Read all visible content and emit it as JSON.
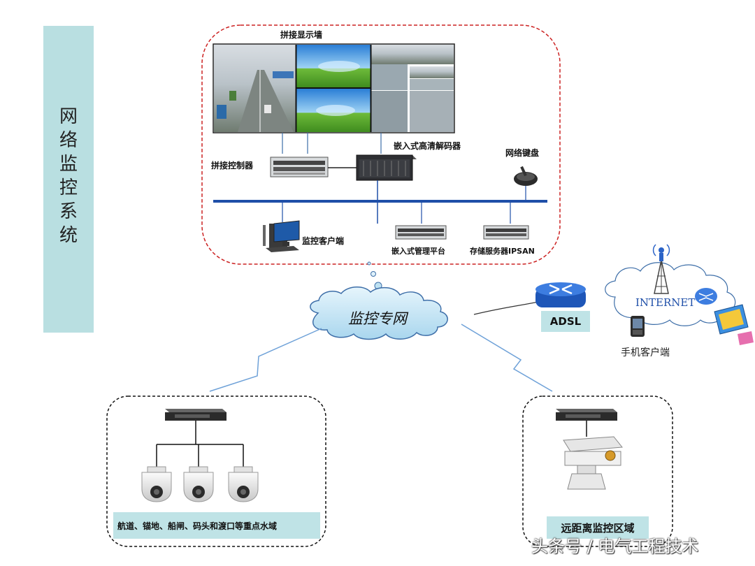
{
  "side_title": "网\n络\n监\n控\n系\n统",
  "labels": {
    "video_wall": "拼接显示墙",
    "controller": "拼接控制器",
    "decoder": "嵌入式高清解码器",
    "keyboard": "网络键盘",
    "client": "监控客户端",
    "mgmt_platform": "嵌入式管理平台",
    "storage": "存储服务器IPSAN",
    "network": "监控专网",
    "adsl": "ADSL",
    "internet": "INTERNET",
    "mobile_client": "手机客户端",
    "region_left": "航道、锚地、船闸、码头和渡口等重点水域",
    "region_right": "远距离监控区域"
  },
  "watermark": "头条号 / 电气工程技术",
  "colors": {
    "backbone": "#1f4fa8",
    "top_border": "#cc2222",
    "cloud_fill": "#bfe2f2",
    "cloud_stroke": "#3d6ea8",
    "label_bg": "#bfe3e6"
  }
}
